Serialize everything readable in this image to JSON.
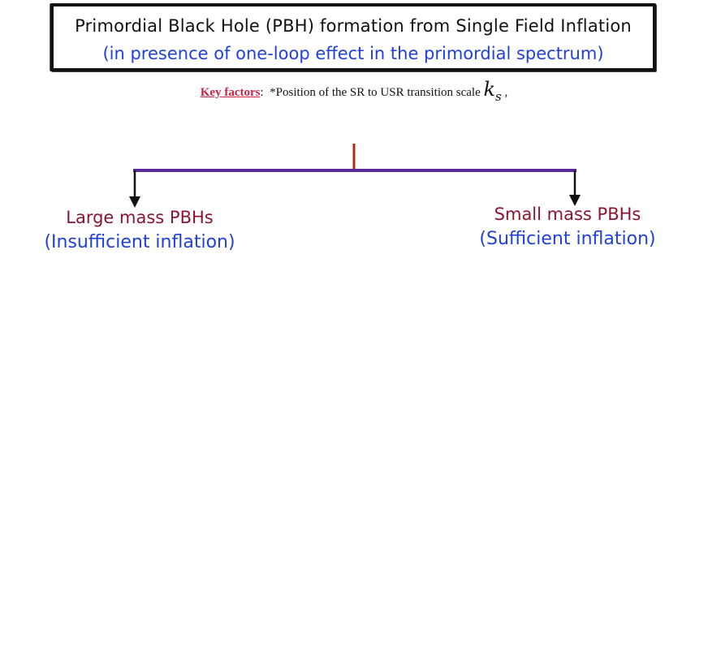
{
  "title": {
    "line1": "Primordial Black Hole (PBH) formation from Single Field Inflation",
    "line2": "(in presence of one-loop effect in the primordial spectrum)"
  },
  "key_factors": {
    "label": "Key factors",
    "separator": ":",
    "text": "*Position of the SR to USR transition scale",
    "symbol": "k",
    "subscript": "s",
    "trailing": ","
  },
  "branches": {
    "left": {
      "title": "Large mass PBHs",
      "subtitle": "(Insufficient inflation)"
    },
    "right": {
      "title": "Small mass PBHs",
      "subtitle": "(Sufficient inflation)"
    }
  },
  "colors": {
    "title_text": "#111111",
    "subtitle_text": "#1f3fe0",
    "key_label": "#cc2244",
    "branch_title": "#8b1530",
    "branch_subtitle": "#1f3fe0",
    "trunk": "#b02a1a",
    "bar": "#5a2a9a",
    "arrows": "#111111"
  }
}
